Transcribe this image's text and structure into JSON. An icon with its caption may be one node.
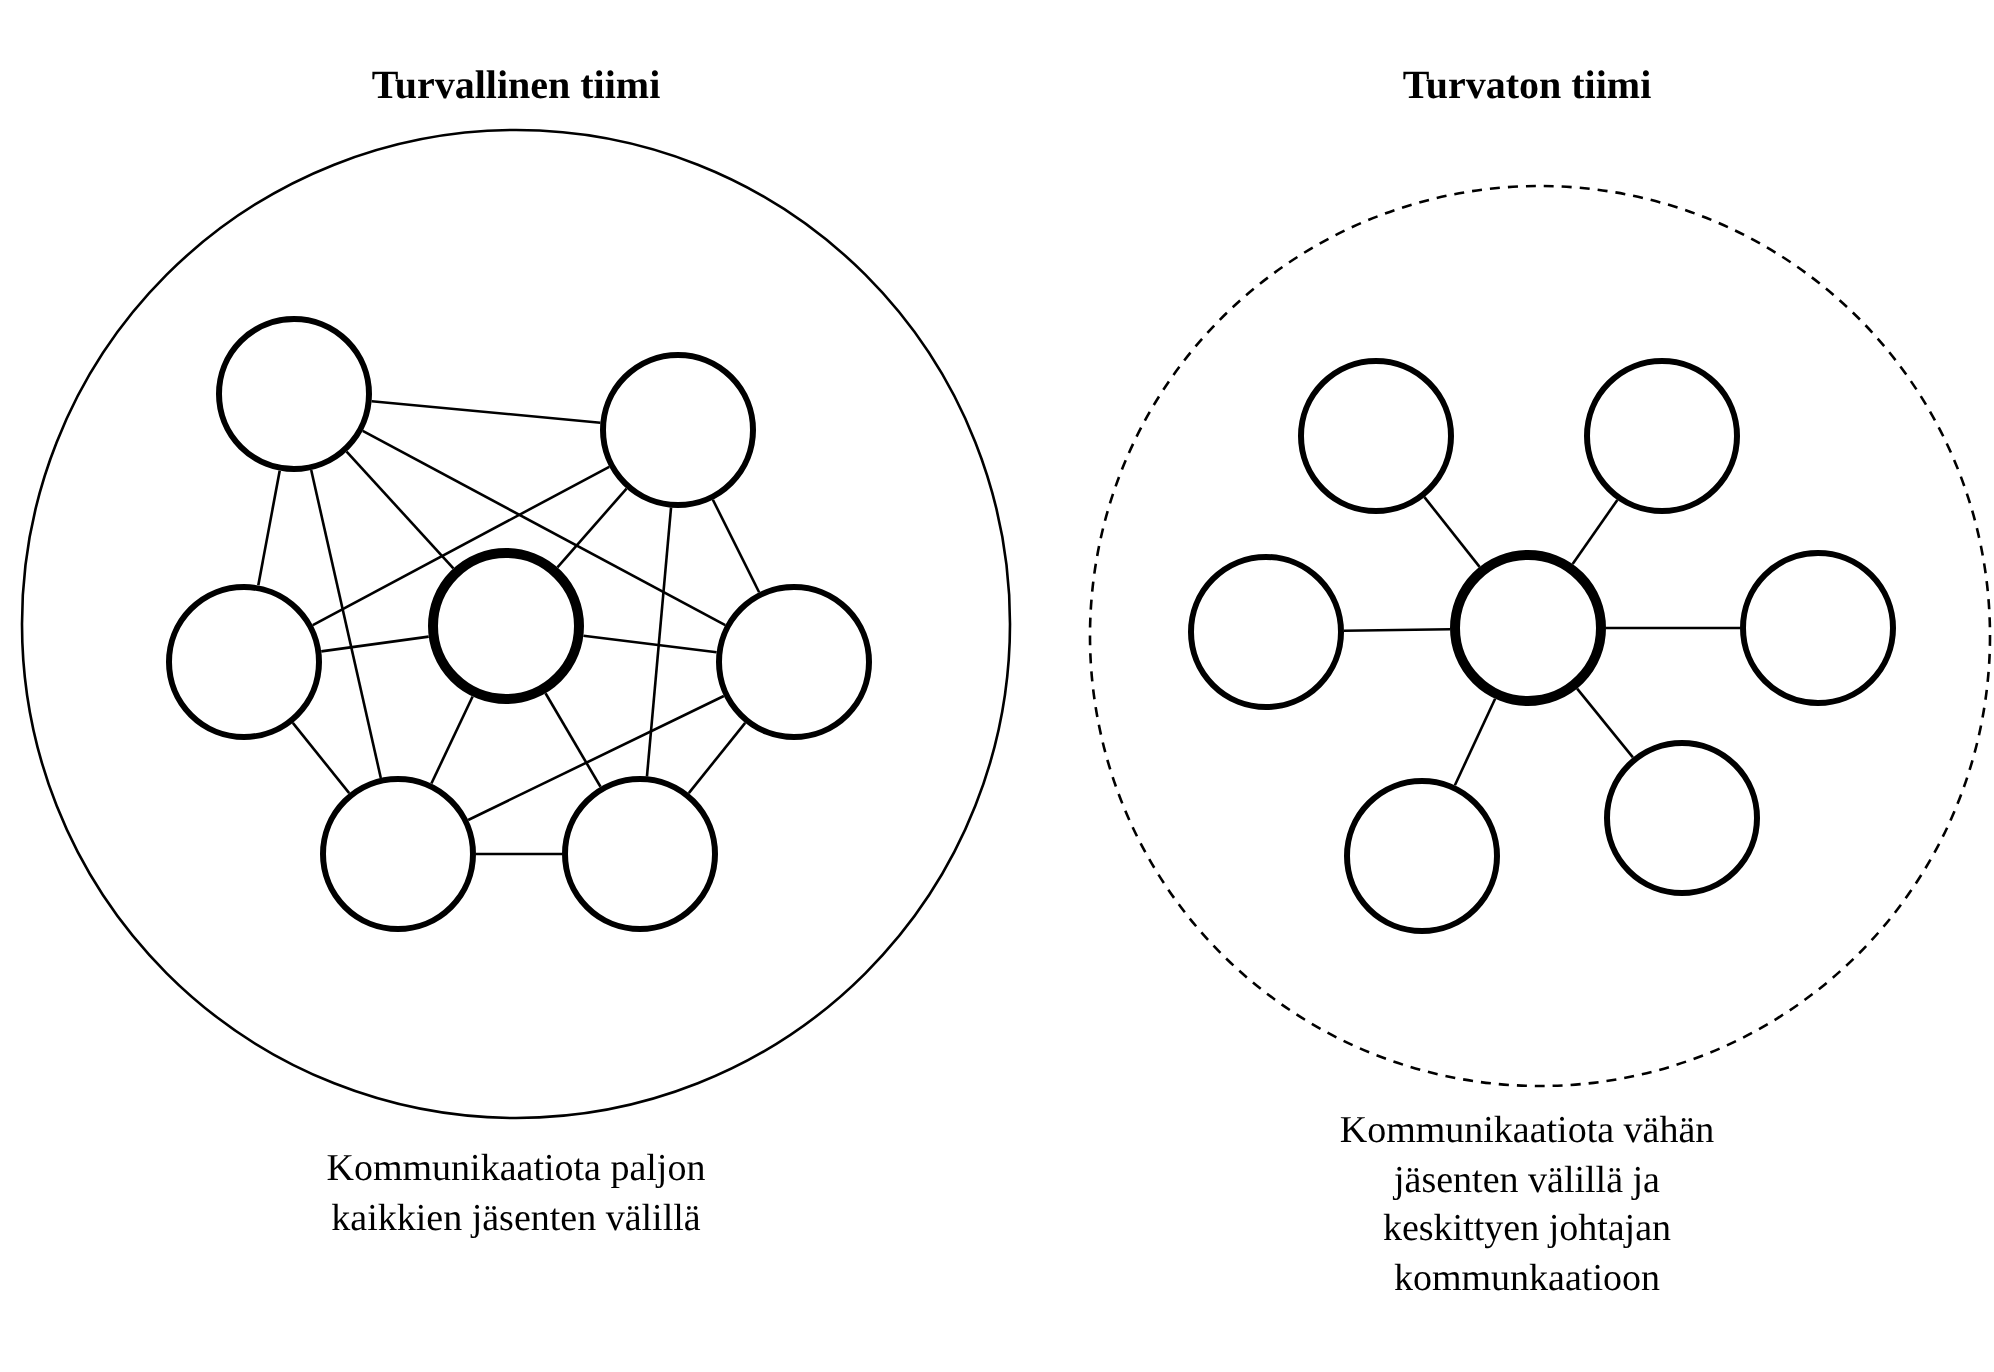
{
  "diagram": {
    "nodes": [
      {
        "text": [
          "Turvallinen tiimi",
          "Kommunikaatiota paljon kaikkien jäsenten välillä"
        ]
      },
      {
        "text": [],
        "shape": "circle",
        "in": 0
      },
      {
        "text": [],
        "shape": "circle",
        "in": 0
      },
      {
        "text": [],
        "shape": "circle",
        "in": 0
      },
      {
        "text": [],
        "shape": "circle",
        "in": 0
      },
      {
        "text": [],
        "shape": "circle",
        "in": 0
      },
      {
        "text": [],
        "shape": "circle",
        "in": 0
      },
      {
        "text": [],
        "shape": "circle",
        "in": 0
      },
      {
        "text": [
          "Turvaton tiimi",
          "Kommunikaatiota vähän jäsenten välillä ja keskittyen johtajan kommunkaatioon"
        ]
      },
      {
        "text": [],
        "shape": "circle",
        "in": 8
      },
      {
        "text": [],
        "shape": "circle",
        "in": 8
      },
      {
        "text": [],
        "shape": "circle",
        "in": 8
      },
      {
        "text": [],
        "shape": "circle",
        "in": 8
      },
      {
        "text": [],
        "shape": "circle",
        "in": 8
      },
      {
        "text": [],
        "shape": "circle",
        "in": 8
      },
      {
        "text": [],
        "shape": "circle",
        "in": 8
      }
    ],
    "edges": [
      {
        "from": 1,
        "to": 2,
        "arrow": "none"
      },
      {
        "from": 1,
        "to": 3,
        "arrow": "none"
      },
      {
        "from": 1,
        "to": 4,
        "arrow": "none"
      },
      {
        "from": 1,
        "to": 5,
        "arrow": "none"
      },
      {
        "from": 1,
        "to": 6,
        "arrow": "none"
      },
      {
        "from": 2,
        "to": 3,
        "arrow": "none"
      },
      {
        "from": 2,
        "to": 4,
        "arrow": "none"
      },
      {
        "from": 2,
        "to": 5,
        "arrow": "none"
      },
      {
        "from": 2,
        "to": 7,
        "arrow": "none"
      },
      {
        "from": 3,
        "to": 4,
        "arrow": "none"
      },
      {
        "from": 3,
        "to": 6,
        "arrow": "none"
      },
      {
        "from": 4,
        "to": 5,
        "arrow": "none"
      },
      {
        "from": 4,
        "to": 6,
        "arrow": "none"
      },
      {
        "from": 4,
        "to": 7,
        "arrow": "none"
      },
      {
        "from": 5,
        "to": 6,
        "arrow": "none"
      },
      {
        "from": 5,
        "to": 7,
        "arrow": "none"
      },
      {
        "from": 6,
        "to": 7,
        "arrow": "none"
      },
      {
        "from": 12,
        "to": 9,
        "arrow": "none"
      },
      {
        "from": 12,
        "to": 10,
        "arrow": "none"
      },
      {
        "from": 12,
        "to": 11,
        "arrow": "none"
      },
      {
        "from": 12,
        "to": 13,
        "arrow": "none"
      },
      {
        "from": 12,
        "to": 14,
        "arrow": "none"
      },
      {
        "from": 12,
        "to": 15,
        "arrow": "none"
      }
    ]
  }
}
